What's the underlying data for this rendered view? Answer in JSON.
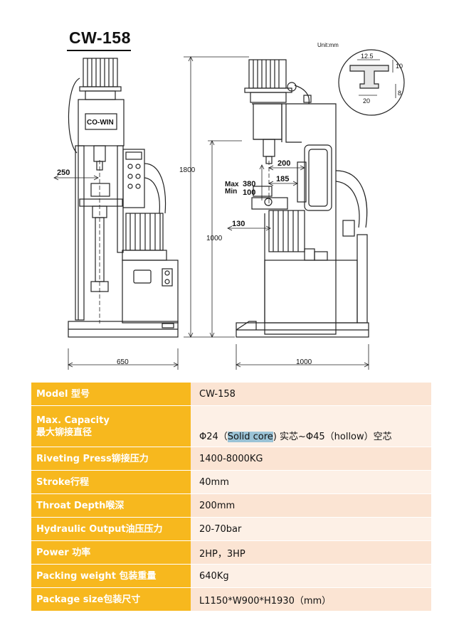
{
  "title": "CW-158",
  "drawing": {
    "unit_label": "Unit:mm",
    "brand": "CO-WIN",
    "front_dims": {
      "arm": "250",
      "height": "1800",
      "width": "650"
    },
    "side_dims": {
      "throat": "200",
      "offset": "185",
      "max_label": "Max",
      "min_label": "Min",
      "max_val": "380",
      "min_val": "100",
      "depth": "130",
      "base_height": "1000",
      "width": "1000"
    },
    "detail_dims": {
      "top": "12.5",
      "right_top": "10",
      "bottom": "20",
      "right_bottom": "8"
    }
  },
  "specs": [
    {
      "label": "Model 型号",
      "value": "CW-158"
    },
    {
      "label_line1": "Max. Capacity",
      "label_line2": "最大铆接直径",
      "value_a": "Φ24（",
      "value_hl": "Solid core",
      "value_b": ") 实芯~Φ45（hollow）空芯"
    },
    {
      "label": "Riveting Press铆接压力",
      "value": "1400-8000KG"
    },
    {
      "label": "Stroke行程",
      "value": "40mm"
    },
    {
      "label": "Throat Depth喉深",
      "value": "200mm"
    },
    {
      "label": "Hydraulic Output油压压力",
      "value": "20-70bar"
    },
    {
      "label": "Power 功率",
      "value": "2HP，3HP"
    },
    {
      "label": "Packing weight 包装重量",
      "value": "640Kg"
    },
    {
      "label": "Package size包装尺寸",
      "value": "L1150*W900*H1930（mm）"
    }
  ],
  "colors": {
    "label_bg": "#f7b81e",
    "value_bg": "#fbe4d3",
    "highlight": "#9bc3d6"
  }
}
